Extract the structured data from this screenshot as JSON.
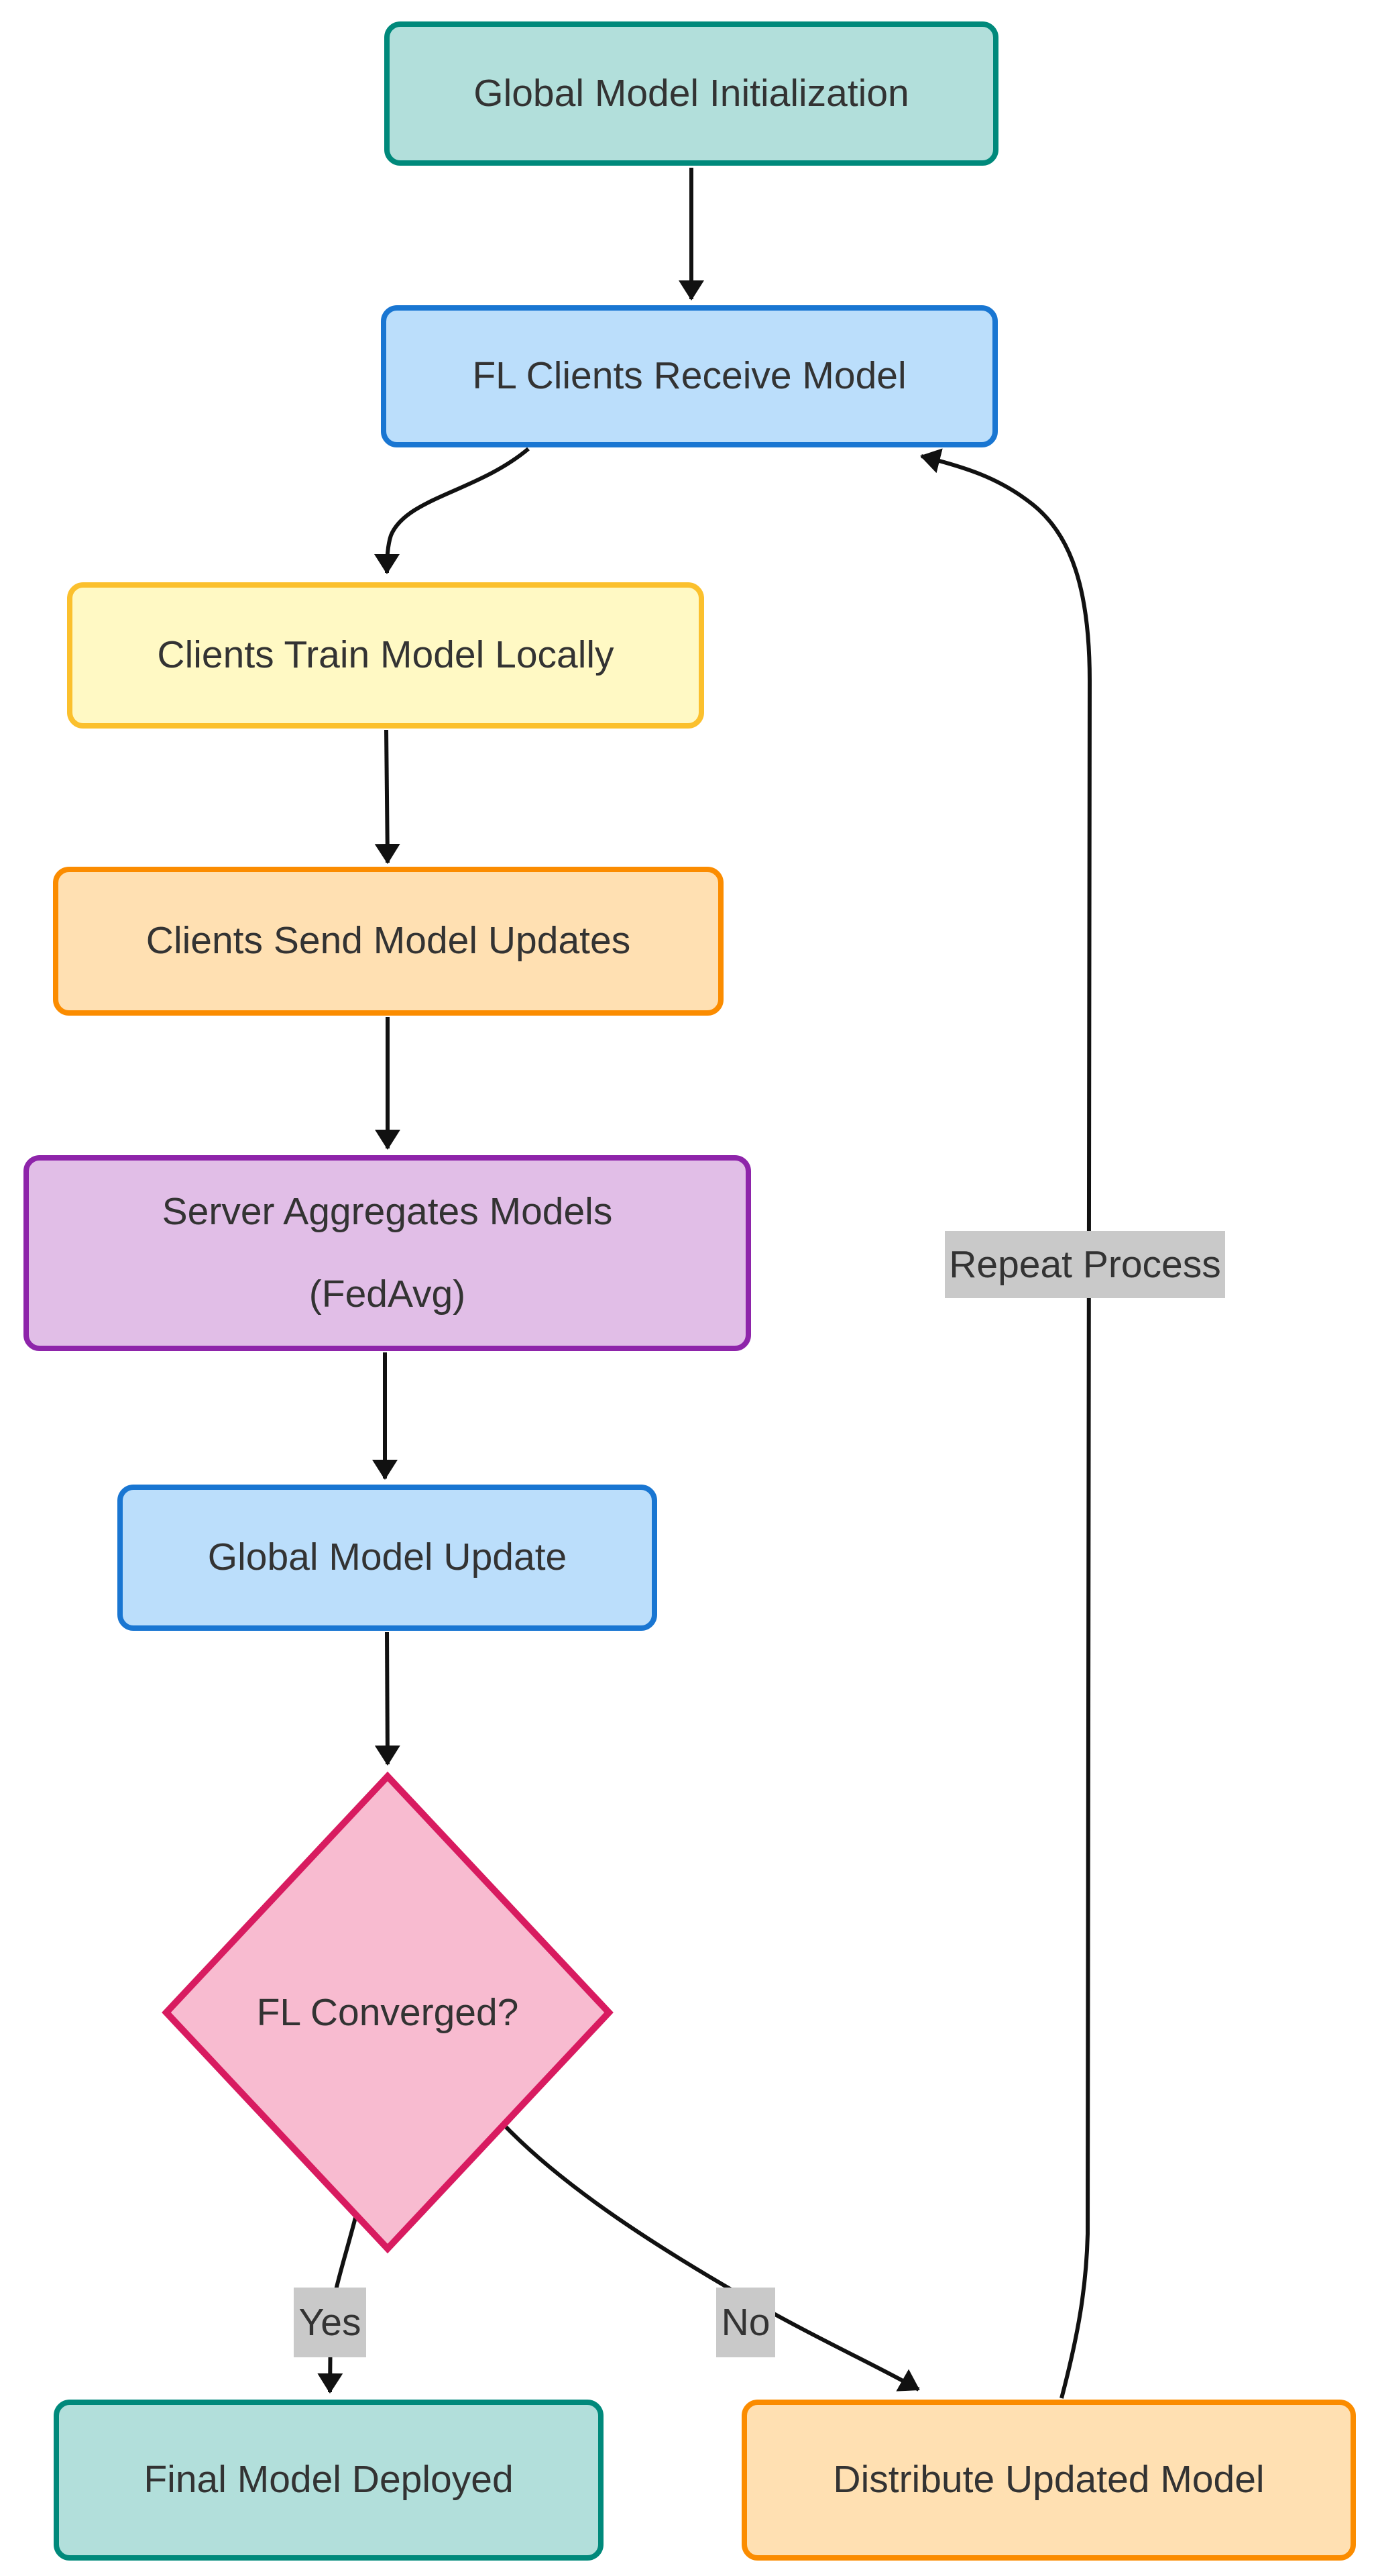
{
  "diagram": {
    "type": "flowchart-top-down",
    "background_color": "#ffffff",
    "text_color": "#333333",
    "edge_color": "#111111",
    "edge_label_background": "#c9c9c9",
    "nodes": [
      {
        "id": "init",
        "label": "Global Model Initialization",
        "shape": "rounded-rect",
        "fill": "#b2dfdb",
        "border": "#00897b"
      },
      {
        "id": "receive",
        "label": "FL Clients Receive Model",
        "shape": "rounded-rect",
        "fill": "#bbdefb",
        "border": "#1976d2"
      },
      {
        "id": "train",
        "label": "Clients Train Model Locally",
        "shape": "rounded-rect",
        "fill": "#fff9c4",
        "border": "#fbc02d"
      },
      {
        "id": "send",
        "label": "Clients Send Model Updates",
        "shape": "rounded-rect",
        "fill": "#ffe0b2",
        "border": "#fb8c00"
      },
      {
        "id": "aggregate",
        "lines": [
          "Server Aggregates Models",
          "(FedAvg)"
        ],
        "shape": "rounded-rect",
        "fill": "#e1bee7",
        "border": "#8e24aa"
      },
      {
        "id": "update",
        "label": "Global Model Update",
        "shape": "rounded-rect",
        "fill": "#bbdefb",
        "border": "#1976d2"
      },
      {
        "id": "converged",
        "label": "FL Converged?",
        "shape": "diamond",
        "fill": "#f8bbd0",
        "border": "#d81b60"
      },
      {
        "id": "deploy",
        "label": "Final Model Deployed",
        "shape": "rounded-rect",
        "fill": "#b2dfdb",
        "border": "#00897b"
      },
      {
        "id": "distribute",
        "label": "Distribute Updated Model",
        "shape": "rounded-rect",
        "fill": "#ffe0b2",
        "border": "#fb8c00"
      }
    ],
    "edges": [
      {
        "from": "init",
        "to": "receive",
        "label": ""
      },
      {
        "from": "receive",
        "to": "train",
        "label": ""
      },
      {
        "from": "train",
        "to": "send",
        "label": ""
      },
      {
        "from": "send",
        "to": "aggregate",
        "label": ""
      },
      {
        "from": "aggregate",
        "to": "update",
        "label": ""
      },
      {
        "from": "update",
        "to": "converged",
        "label": ""
      },
      {
        "from": "converged",
        "to": "deploy",
        "label": "Yes"
      },
      {
        "from": "converged",
        "to": "distribute",
        "label": "No"
      },
      {
        "from": "distribute",
        "to": "receive",
        "label": "Repeat Process"
      }
    ]
  }
}
